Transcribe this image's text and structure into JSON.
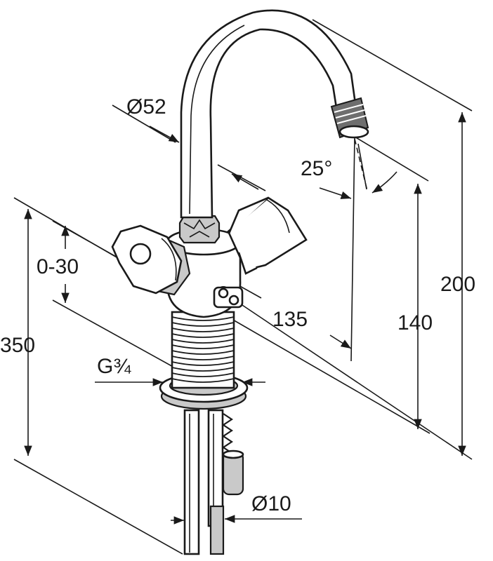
{
  "labels": {
    "diameter_spout": "Ø52",
    "angle": "25°",
    "spout_reach": "135",
    "height_spout": "140",
    "height_total": "200",
    "total_length": "350",
    "adjust_range": "0-30",
    "thread": "G¾",
    "diameter_pipe": "Ø10"
  },
  "colors": {
    "line": "#1a1a1a",
    "light_shade": "#c9c9c9",
    "dark_shade": "#6e6e6e",
    "background": "#ffffff"
  }
}
